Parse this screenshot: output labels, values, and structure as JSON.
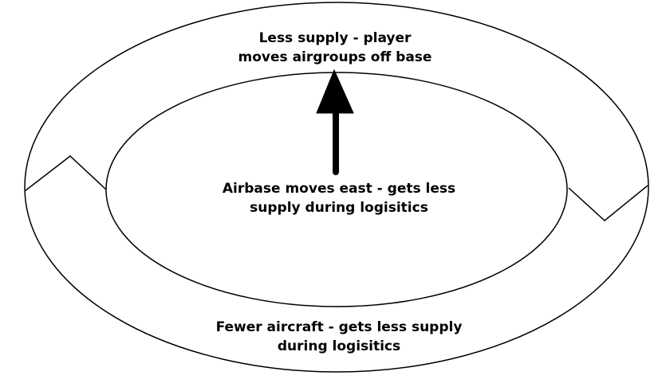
{
  "diagram": {
    "top_label": {
      "line1": "Less supply - player",
      "line2": "moves airgroups off base"
    },
    "center_label": {
      "line1": "Airbase moves east - gets less",
      "line2": "supply during logisitics"
    },
    "bottom_label": {
      "line1": "Fewer aircraft - gets less supply",
      "line2": "during logisitics"
    }
  },
  "colors": {
    "stroke": "#000000",
    "fill": "#ffffff",
    "text": "#000000"
  },
  "icons": {
    "arrow": "arrow-up-icon",
    "left_connector": "zigzag-connector-left",
    "right_connector": "zigzag-connector-right"
  }
}
